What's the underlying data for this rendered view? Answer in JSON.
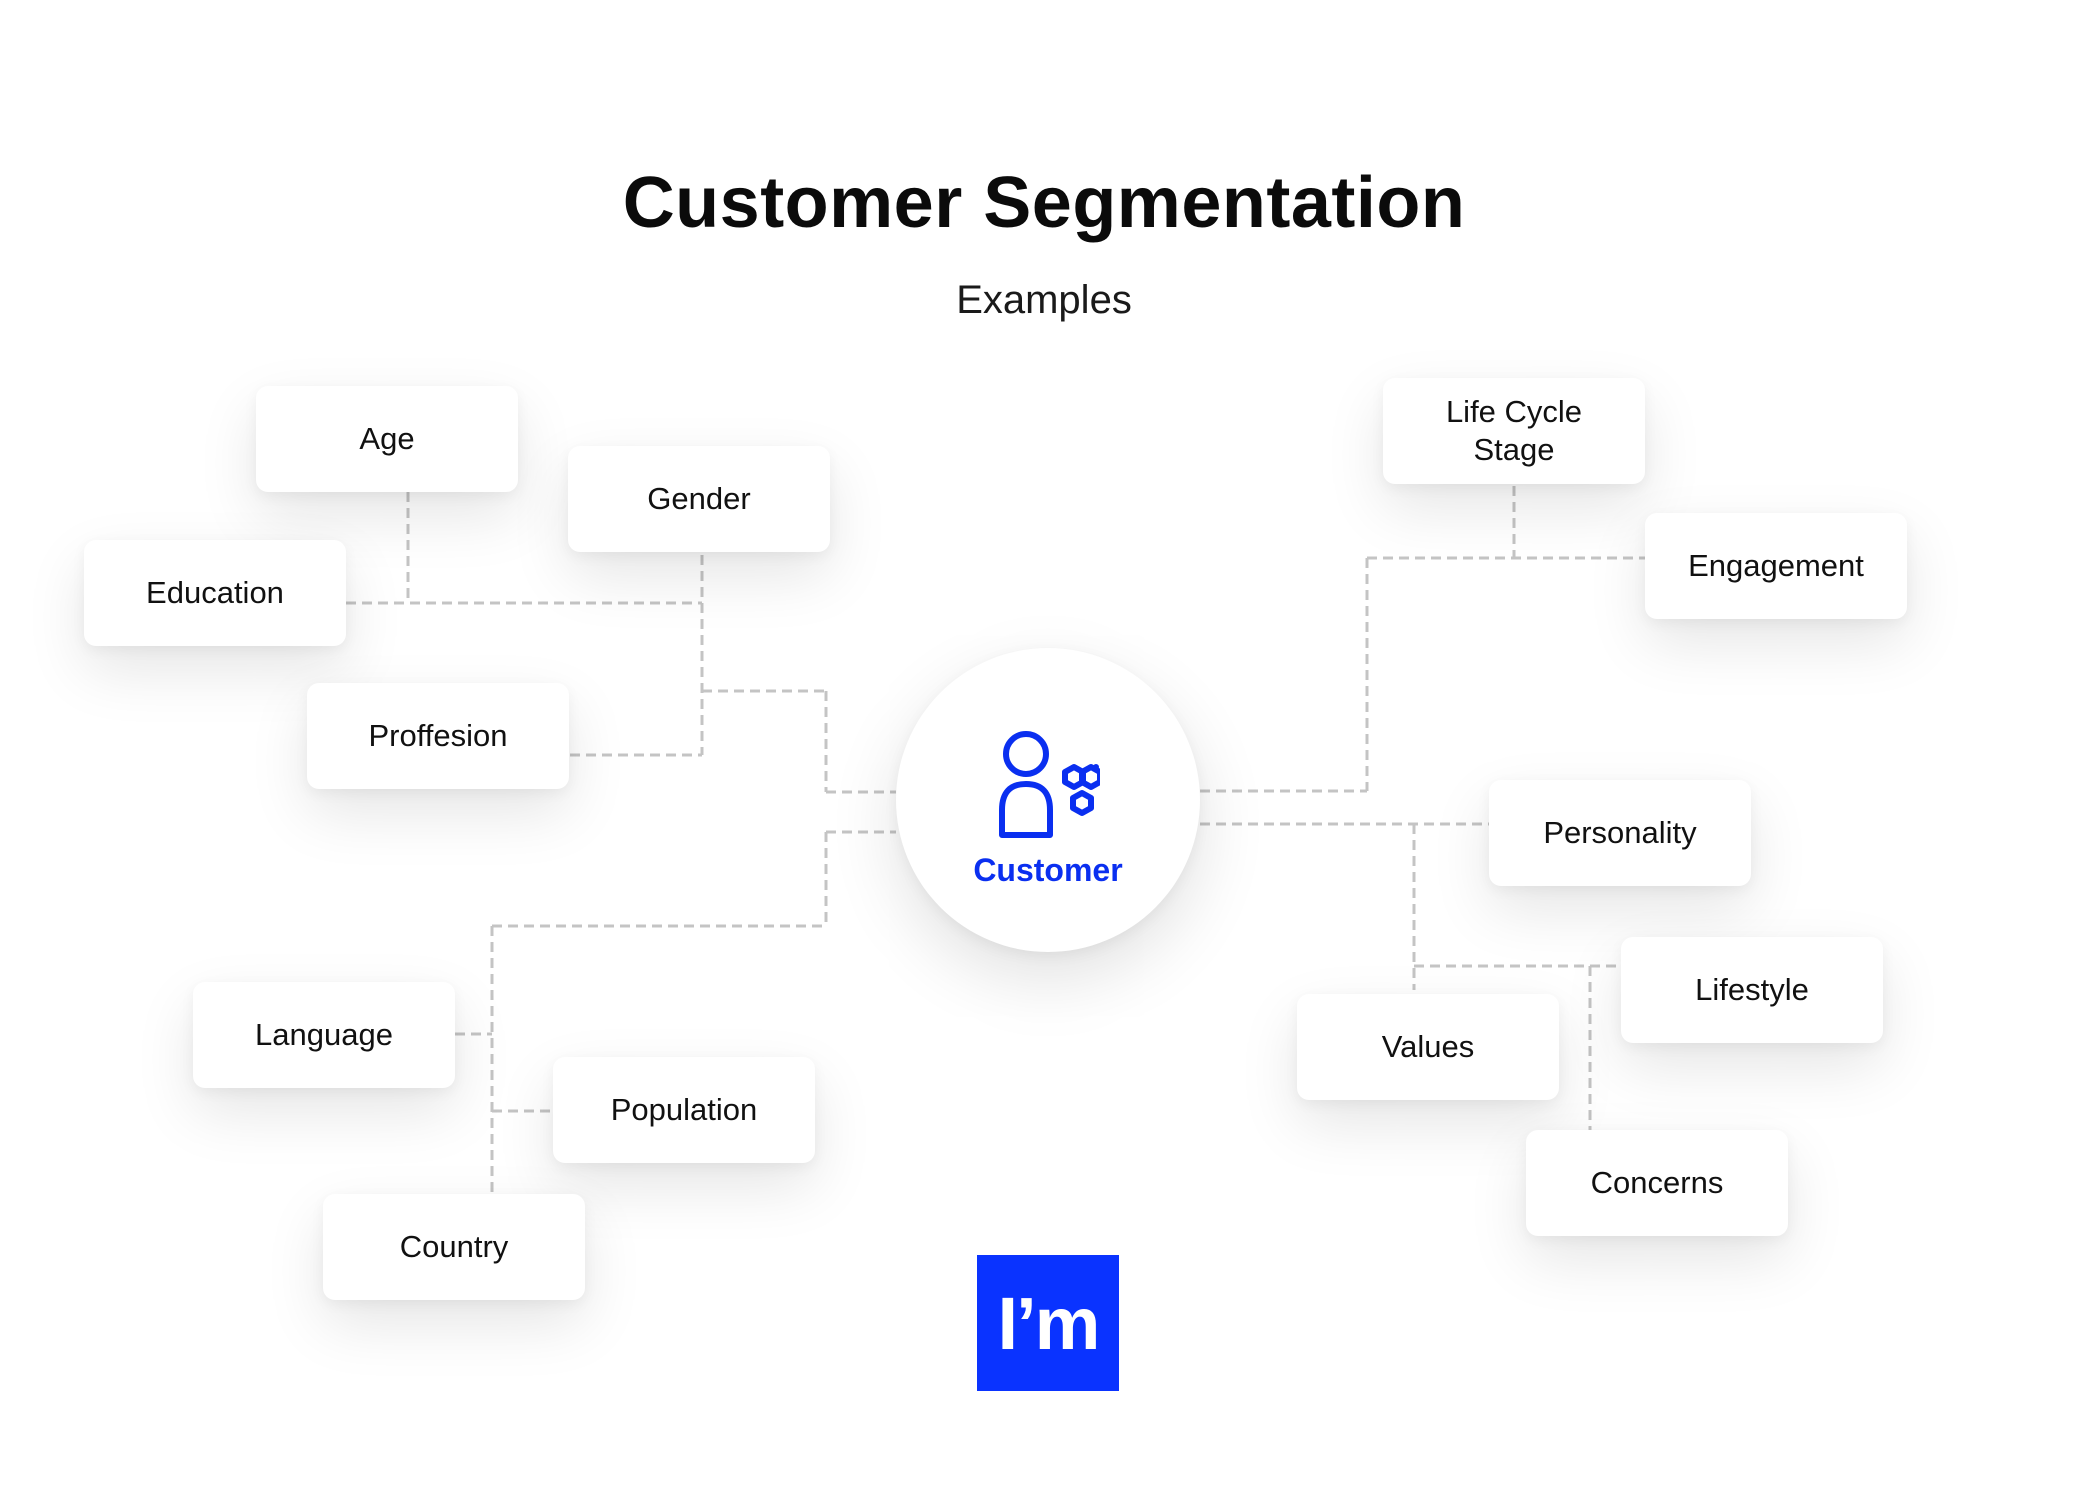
{
  "header": {
    "title": "Customer Segmentation",
    "subtitle": "Examples"
  },
  "center_node": {
    "label": "Customer",
    "icon": "customer-segments-icon",
    "color": "#0a2ff0"
  },
  "nodes": {
    "age": "Age",
    "gender": "Gender",
    "education": "Education",
    "proffesion": "Proffesion",
    "life_cycle_stage": "Life Cycle\nStage",
    "engagement": "Engagement",
    "personality": "Personality",
    "lifestyle": "Lifestyle",
    "values": "Values",
    "concerns": "Concerns",
    "language": "Language",
    "population": "Population",
    "country": "Country"
  },
  "logo": {
    "text": "I’m",
    "color": "#0a33ff"
  }
}
